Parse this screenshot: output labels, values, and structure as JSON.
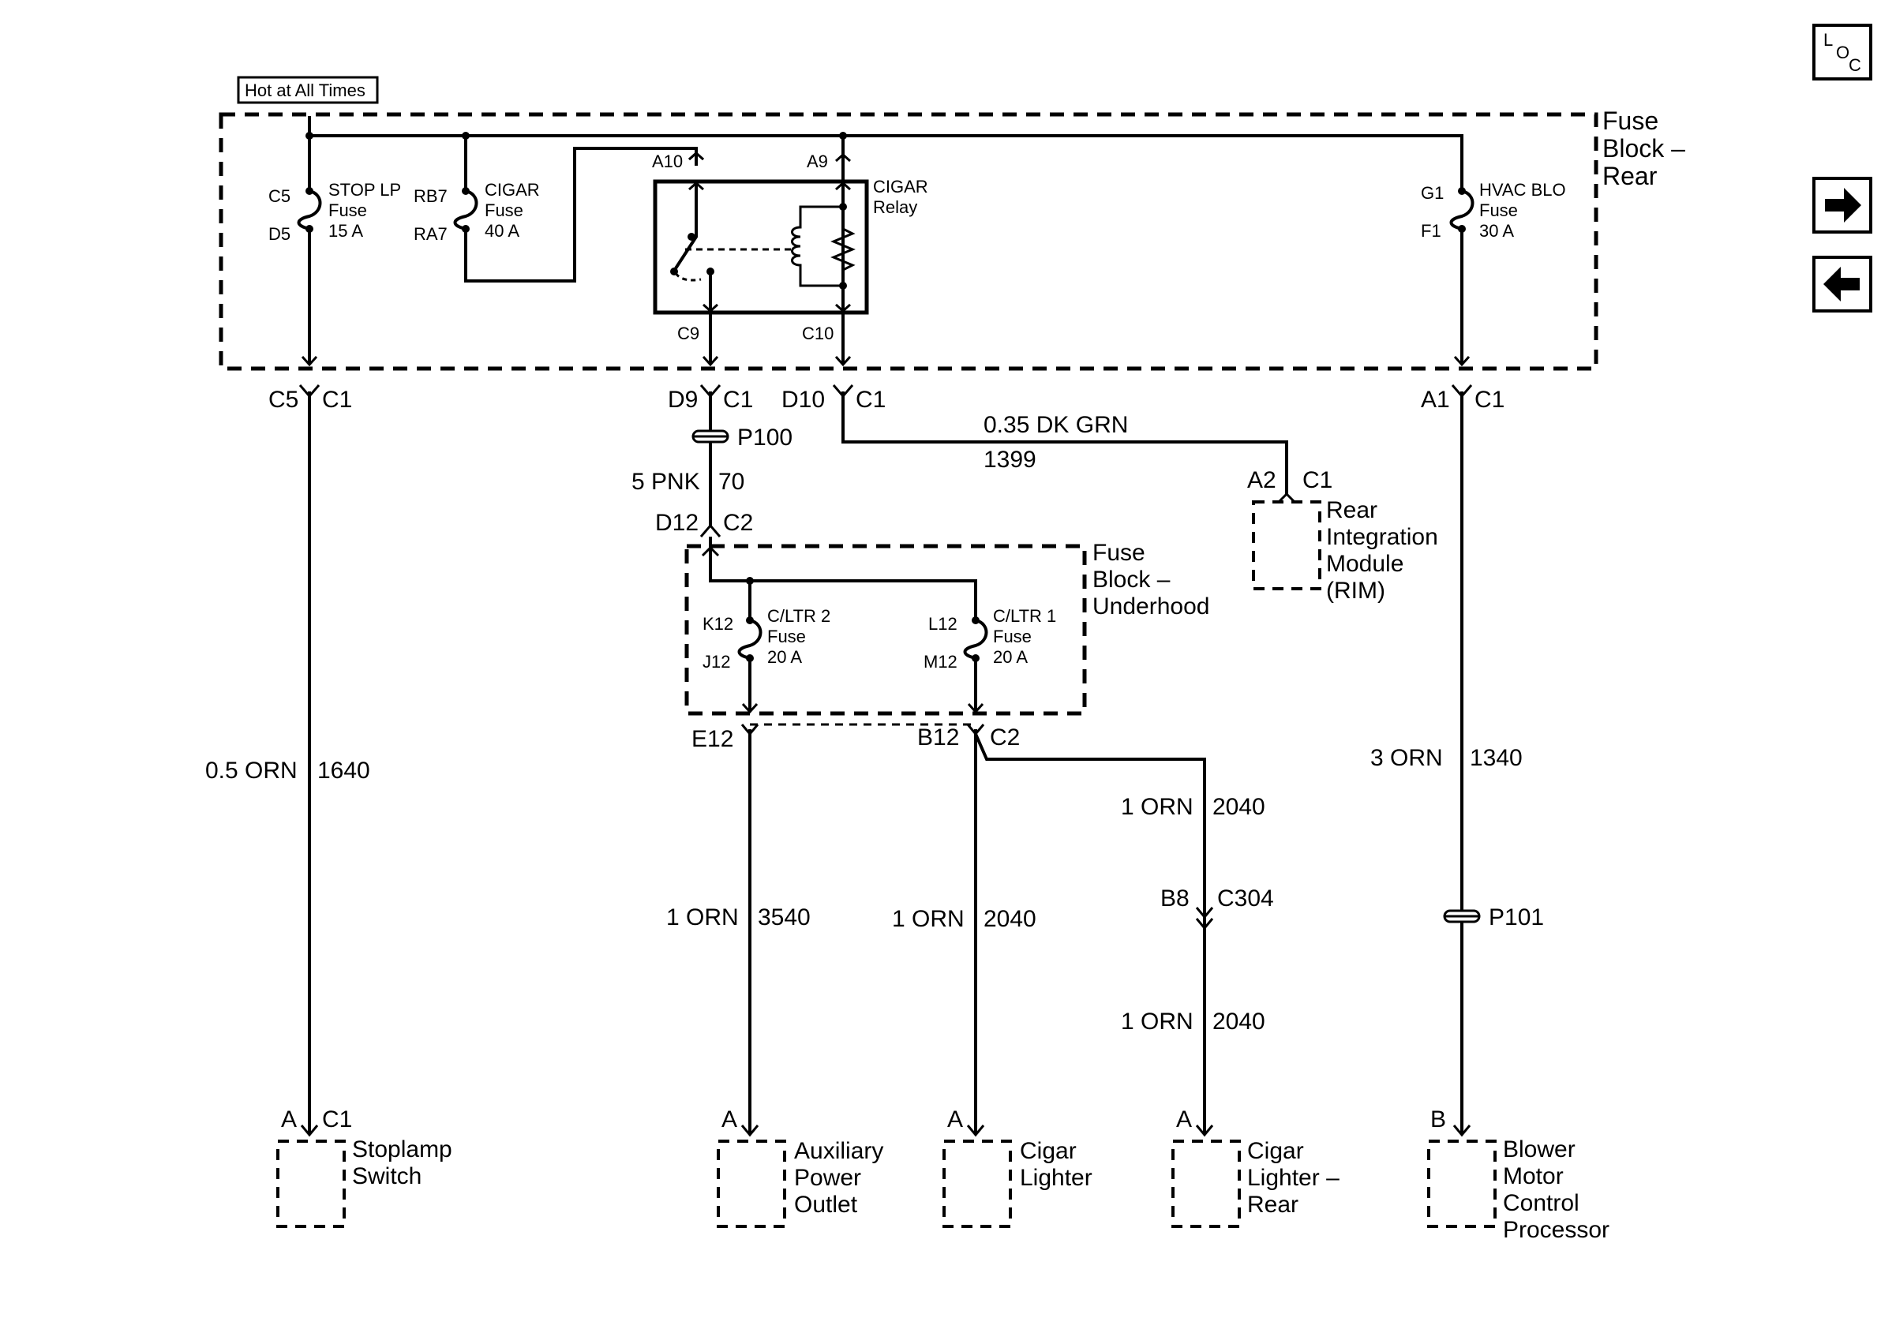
{
  "hot_label": "Hot at All Times",
  "nav": {
    "loc_icon": "loc-icon",
    "next_icon": "arrow-right-icon",
    "prev_icon": "arrow-left-icon"
  },
  "fuse_block_rear": {
    "title_1": "Fuse",
    "title_2": "Block –",
    "title_3": "Rear",
    "stop_fuse": {
      "in": "C5",
      "out": "D5",
      "name": "STOP LP",
      "type": "Fuse",
      "rating": "15 A"
    },
    "cigar_fuse": {
      "in": "RB7",
      "out": "RA7",
      "name": "CIGAR",
      "type": "Fuse",
      "rating": "40 A"
    },
    "relay": {
      "name": "CIGAR",
      "type": "Relay",
      "pin_a10": "A10",
      "pin_a9": "A9",
      "pin_c9": "C9",
      "pin_c10": "C10"
    },
    "hvac_fuse": {
      "in": "G1",
      "out": "F1",
      "name": "HVAC BLO",
      "type": "Fuse",
      "rating": "30 A"
    }
  },
  "connectors": {
    "c5": "C5",
    "c5_conn": "C1",
    "d9": "D9",
    "d9_conn": "C1",
    "d10": "D10",
    "d10_conn": "C1",
    "a1": "A1",
    "a1_conn": "C1",
    "p100": "P100",
    "d12": "D12",
    "d12_conn": "C2",
    "a2": "A2",
    "a2_conn": "C1",
    "e12": "E12",
    "b12": "B12",
    "b12_conn": "C2",
    "b8": "B8",
    "c304": "C304",
    "p101": "P101"
  },
  "wires": {
    "w1640_color": "0.5 ORN",
    "w1640_circuit": "1640",
    "w70_color": "5 PNK",
    "w70_circuit": "70",
    "w1399_color": "0.35 DK GRN",
    "w1399_circuit": "1399",
    "w3540_color": "1 ORN",
    "w3540_circuit": "3540",
    "w2040a_color": "1 ORN",
    "w2040a_circuit": "2040",
    "w2040b_color": "1 ORN",
    "w2040b_circuit": "2040",
    "w2040c_color": "1 ORN",
    "w2040c_circuit": "2040",
    "w1340_color": "3 ORN",
    "w1340_circuit": "1340"
  },
  "rim": {
    "line1": "Rear",
    "line2": "Integration",
    "line3": "Module",
    "line4": "(RIM)"
  },
  "fuse_block_underhood": {
    "title_1": "Fuse",
    "title_2": "Block –",
    "title_3": "Underhood",
    "cltr2": {
      "in": "K12",
      "out": "J12",
      "name": "C/LTR 2",
      "type": "Fuse",
      "rating": "20 A"
    },
    "cltr1": {
      "in": "L12",
      "out": "M12",
      "name": "C/LTR 1",
      "type": "Fuse",
      "rating": "20 A"
    }
  },
  "components": {
    "stoplamp": {
      "pin": "A",
      "conn": "C1",
      "line1": "Stoplamp",
      "line2": "Switch"
    },
    "aux": {
      "pin": "A",
      "line1": "Auxiliary",
      "line2": "Power",
      "line3": "Outlet"
    },
    "cigar": {
      "pin": "A",
      "line1": "Cigar",
      "line2": "Lighter"
    },
    "cigar_rear": {
      "pin": "A",
      "line1": "Cigar",
      "line2": "Lighter –",
      "line3": "Rear"
    },
    "blower": {
      "pin": "B",
      "line1": "Blower",
      "line2": "Motor",
      "line3": "Control",
      "line4": "Processor"
    }
  }
}
